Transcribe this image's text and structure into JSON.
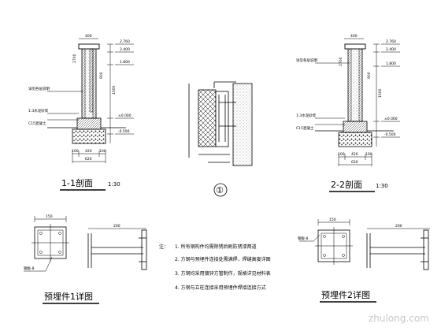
{
  "section_1_1": {
    "title": "1-1剖面",
    "scale": "1:30",
    "top_dim": "400",
    "elevations": [
      "2.760",
      "2.400",
      "1.800",
      "±0.000",
      "-0.500"
    ],
    "vert_dims": [
      "900",
      "1500",
      "2700"
    ],
    "bottom_dims": [
      "100",
      "420",
      "100"
    ],
    "bottom_total": "620",
    "note_lines": [
      "详见各层说明",
      "1:3水泥砂浆",
      "C15混凝土"
    ]
  },
  "section_2_2": {
    "title": "2-2剖面",
    "scale": "1:30",
    "top_dim": "400",
    "elevations": [
      "2.760",
      "2.400",
      "1.800",
      "±0.000",
      "-0.500"
    ],
    "vert_dims": [
      "900",
      "1500",
      "2700"
    ],
    "bottom_dims": [
      "100",
      "420",
      "100"
    ],
    "bottom_total": "620",
    "note_lines": [
      "详见各层说明",
      "1:3水泥砂浆",
      "C15混凝土"
    ]
  },
  "detail_1": {
    "label": "①"
  },
  "embed_1": {
    "title": "预埋件1详图",
    "plate_dim": "150",
    "rod_dim": "200",
    "leader": "钢板-8"
  },
  "embed_2": {
    "title": "预埋件2详图",
    "plate_dim": "150",
    "rod_dim": "200",
    "leader": "钢板-8"
  },
  "notes": {
    "heading": "注：",
    "items": [
      "1. 所有钢构件均需除锈后刷防锈漆两道",
      "2. 方钢与预埋件连接处需满焊，焊缝高度详图",
      "3. 方钢均采用镀锌方管制作，规格详见材料表",
      "4. 方钢与立柱连接采用预埋件焊接连接方式"
    ]
  },
  "watermark": "zhulong.com"
}
